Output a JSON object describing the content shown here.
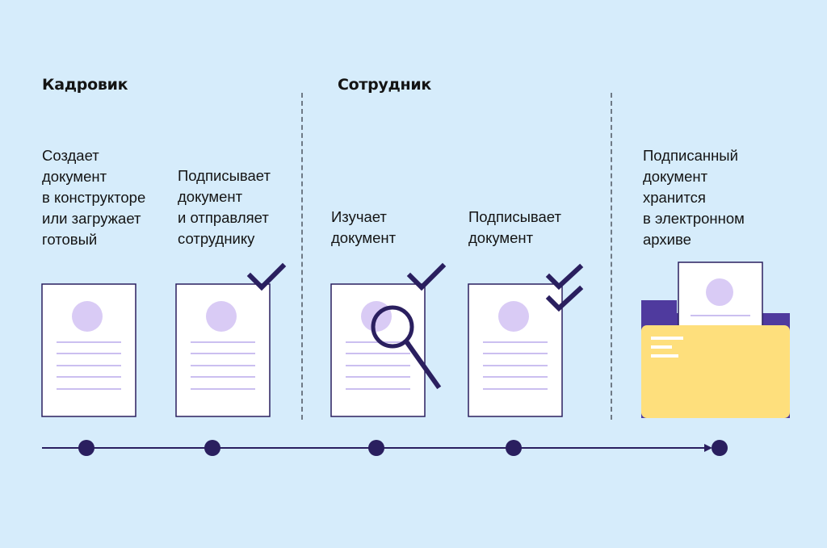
{
  "roles": {
    "hr": "Кадровик",
    "employee": "Сотрудник"
  },
  "steps": [
    {
      "text": "Создает\nдокумент\nв конструкторе\nили загружает\nготовый",
      "icon": "document-icon"
    },
    {
      "text": "Подписывает\nдокумент\nи отправляет\nсотруднику",
      "icon": "document-check-icon"
    },
    {
      "text": "Изучает\nдокумент",
      "icon": "document-magnifier-icon"
    },
    {
      "text": "Подписывает\nдокумент",
      "icon": "document-double-check-icon"
    },
    {
      "text": "Подписанный\nдокумент\nхранится\nв электронном\nархиве",
      "icon": "folder-archive-icon"
    }
  ],
  "colors": {
    "background": "#d6ecfb",
    "accent": "#2a1f5f",
    "avatar": "#d9cbf5",
    "lines": "#cbbff0",
    "folder_front": "#fedf7c",
    "folder_back": "#4f3a9e"
  }
}
